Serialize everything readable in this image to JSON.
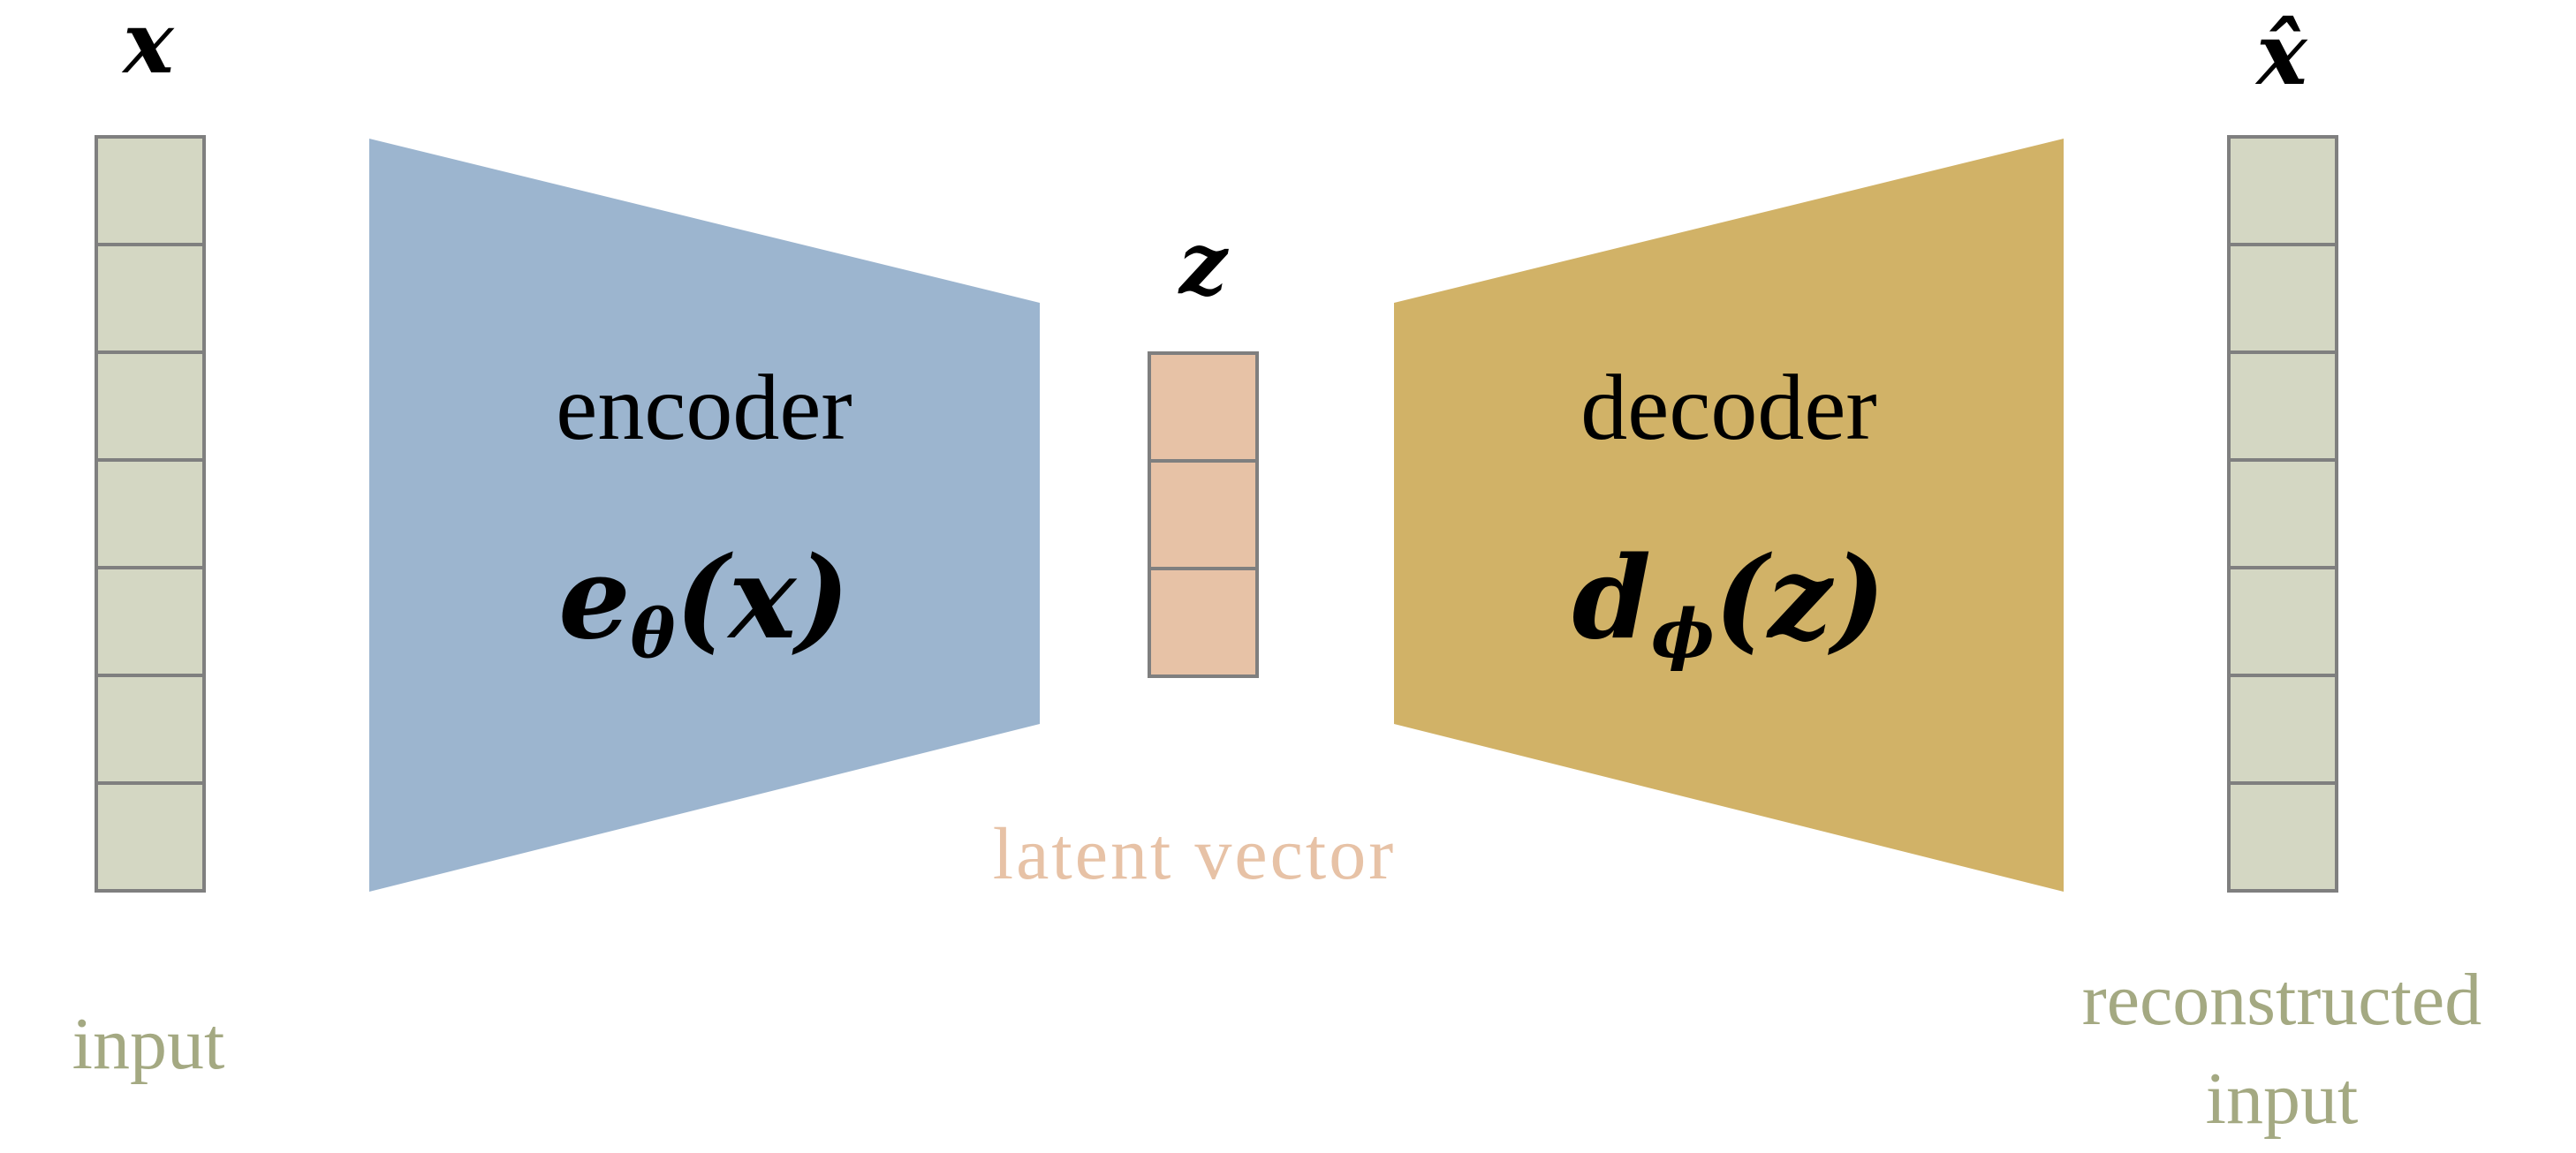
{
  "colors": {
    "vector_fill": "#d4d7c3",
    "vector_stroke": "#7f7f7f",
    "latent_fill": "#e7c2a6",
    "encoder_fill": "#9cb5cf",
    "decoder_fill": "#d1b267",
    "input_label": "#a4a982",
    "latent_label": "#e7c2a6",
    "math_text": "#000000"
  },
  "input": {
    "symbol": "x",
    "label": "input",
    "cells": 7
  },
  "encoder": {
    "title": "encoder",
    "func": "e",
    "func_sub": "θ",
    "func_arg": "(x)"
  },
  "latent": {
    "symbol": "z",
    "label": "latent vector",
    "cells": 3
  },
  "decoder": {
    "title": "decoder",
    "func": "d",
    "func_sub": "ϕ",
    "func_arg": "(z)"
  },
  "output": {
    "symbol": "x̂",
    "label_line1": "reconstructed",
    "label_line2": "input",
    "cells": 7
  }
}
